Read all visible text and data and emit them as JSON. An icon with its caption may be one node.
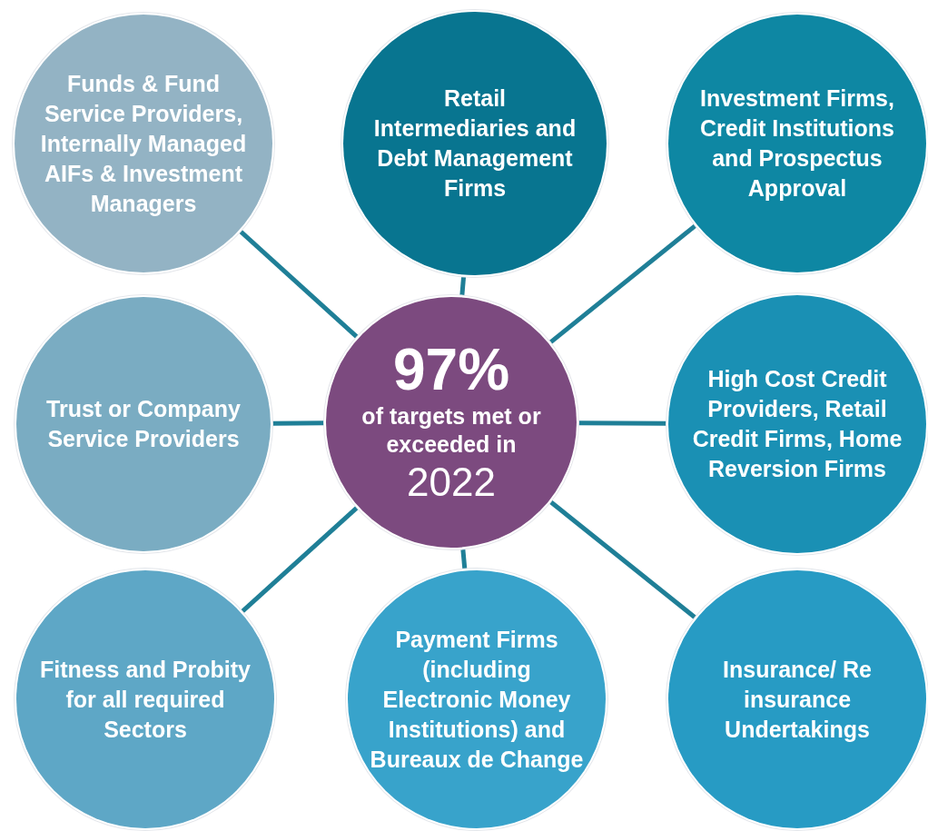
{
  "diagram": {
    "nodes": [
      {
        "text": [
          "Funds & Fund Service Providers, Internally Managed AIFs & Investment Managers"
        ]
      },
      {
        "text": [
          "Retail Intermediaries and Debt Management Firms"
        ]
      },
      {
        "text": [
          "Investment Firms, Credit Institutions and Prospectus Approval"
        ]
      },
      {
        "text": [
          "Trust or Company Service Providers"
        ]
      },
      {
        "text": [
          "97%",
          "of targets met or exceeded in",
          "2022"
        ]
      },
      {
        "text": [
          "High Cost Credit Providers, Retail Credit Firms, Home Reversion Firms"
        ]
      },
      {
        "text": [
          "Fitness and Probity for all required Sectors"
        ]
      },
      {
        "text": [
          "Payment Firms (including Electronic Money Institutions) and Bureaux de Change"
        ]
      },
      {
        "text": [
          "Insurance/ Re insurance Undertakings"
        ]
      }
    ],
    "edges": [
      {
        "from": 4,
        "to": 0,
        "arrow": "none"
      },
      {
        "from": 4,
        "to": 1,
        "arrow": "none"
      },
      {
        "from": 4,
        "to": 2,
        "arrow": "none"
      },
      {
        "from": 4,
        "to": 3,
        "arrow": "none"
      },
      {
        "from": 4,
        "to": 5,
        "arrow": "none"
      },
      {
        "from": 4,
        "to": 6,
        "arrow": "none"
      },
      {
        "from": 4,
        "to": 7,
        "arrow": "none"
      },
      {
        "from": 4,
        "to": 8,
        "arrow": "none"
      }
    ]
  }
}
